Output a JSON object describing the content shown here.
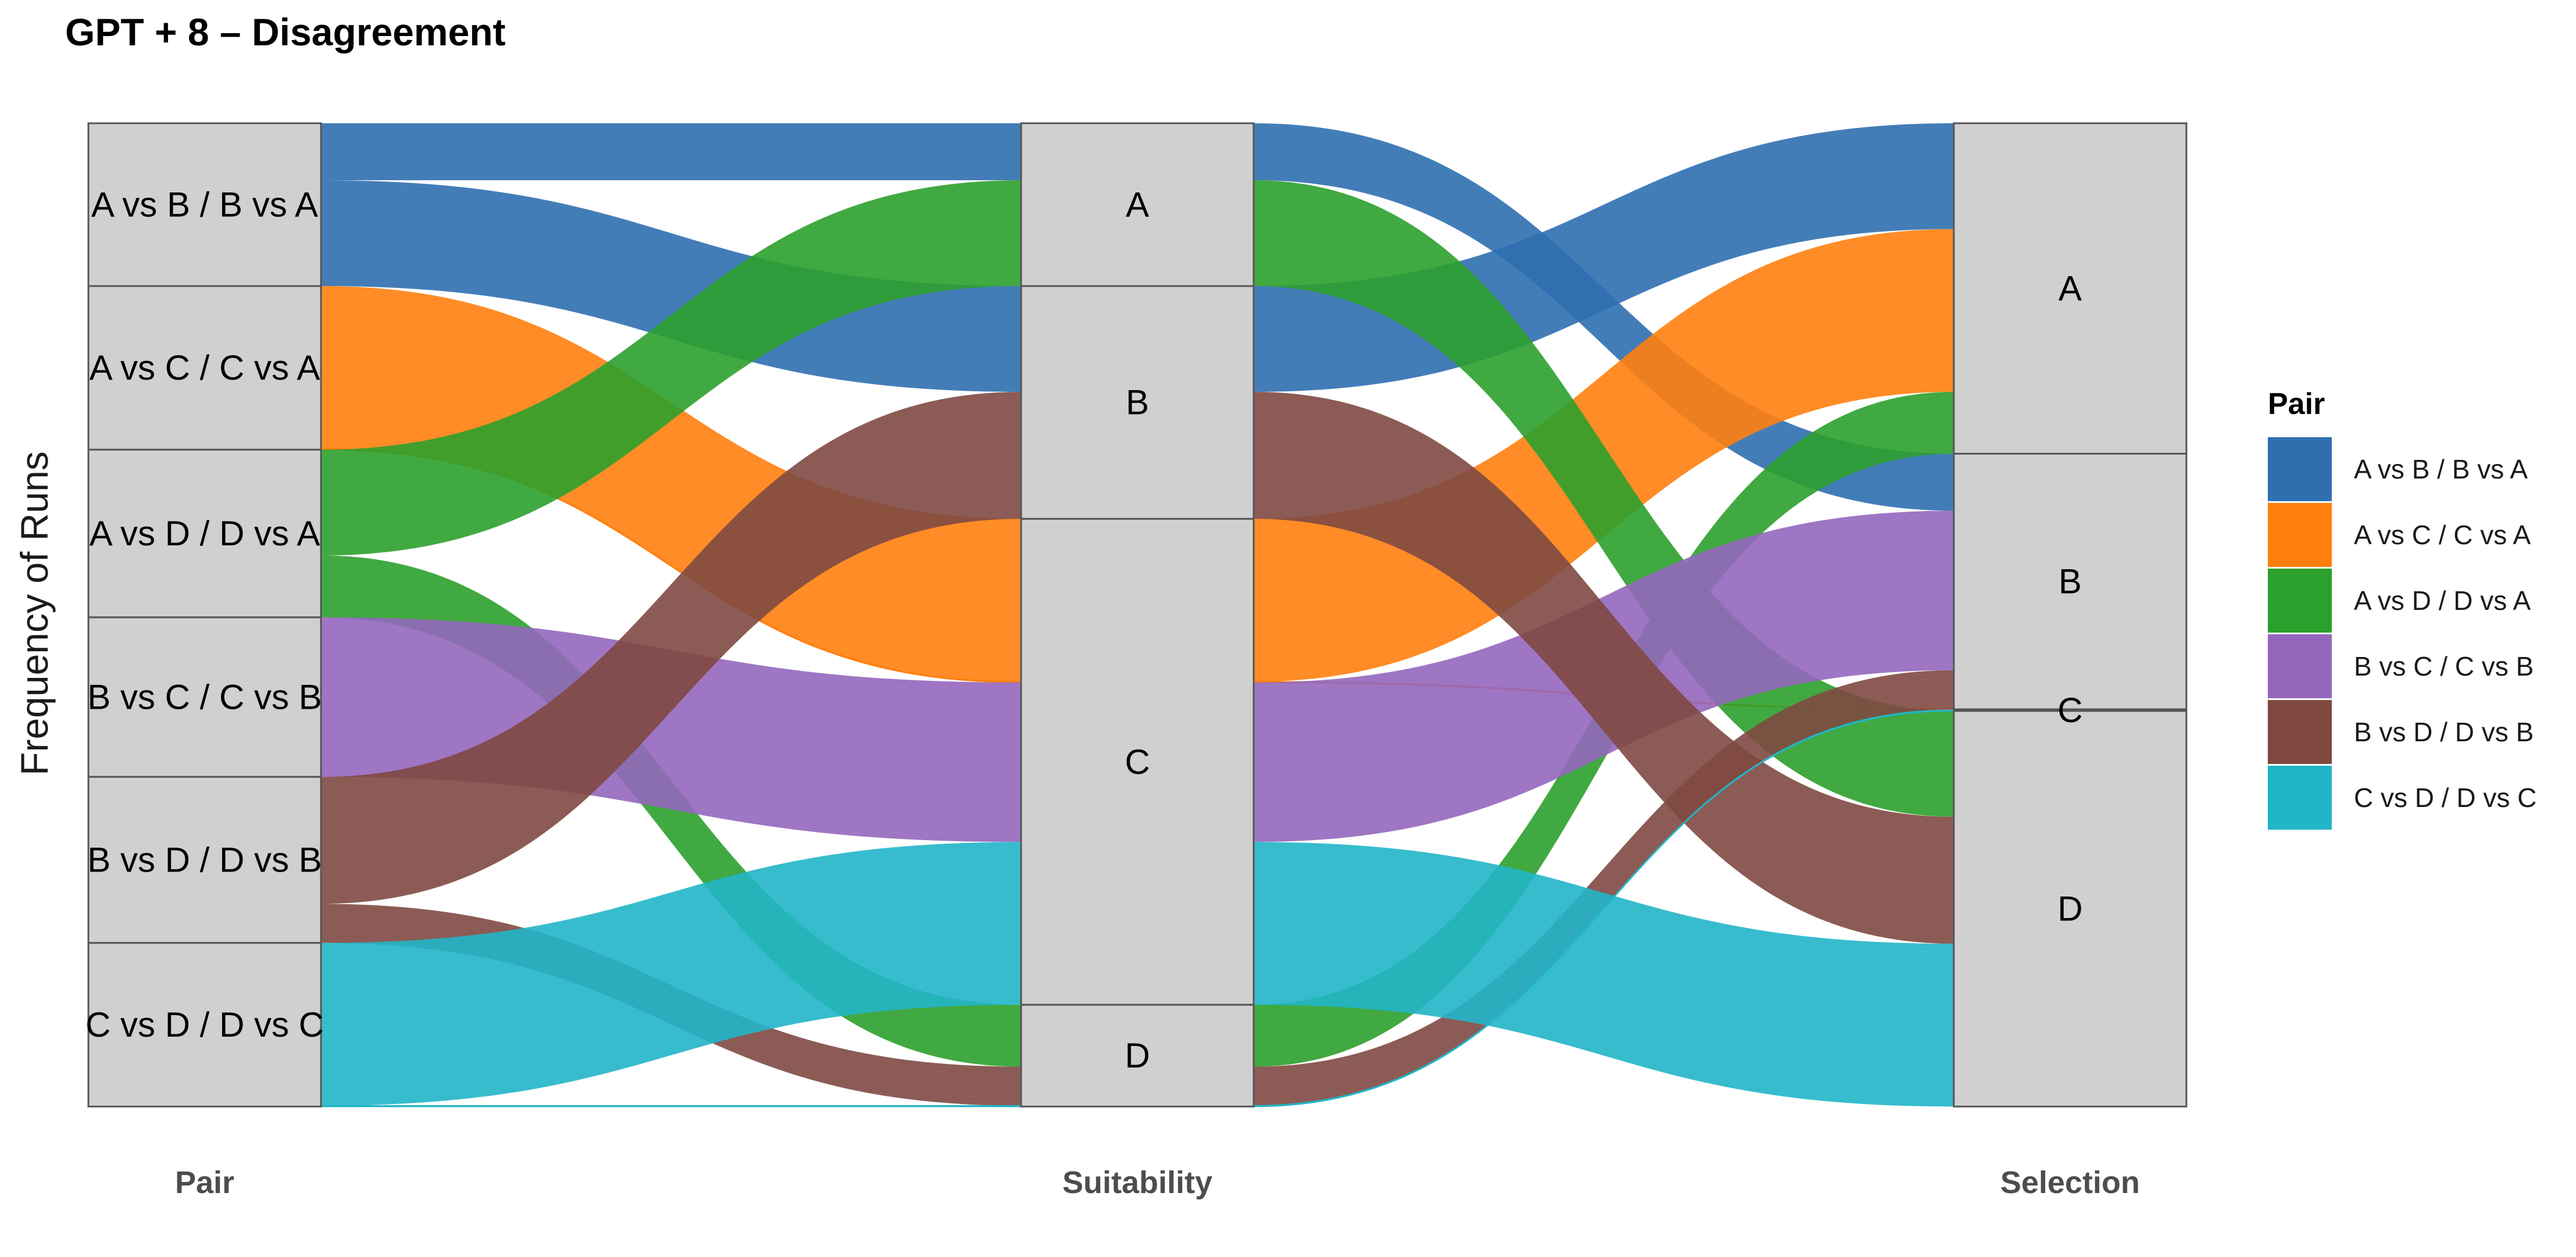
{
  "chart_data": {
    "type": "alluvial",
    "title": "GPT + 8 – Disagreement",
    "ylabel": "Frequency of Runs",
    "axes": [
      "Pair",
      "Suitability",
      "Selection"
    ],
    "legend": {
      "title": "Pair",
      "position": "right",
      "entries": [
        {
          "label": "A vs B / B vs A",
          "color": "#2F6FB0"
        },
        {
          "label": "A vs C / C vs A",
          "color": "#FF7F0E"
        },
        {
          "label": "A vs D / D vs A",
          "color": "#2CA02C"
        },
        {
          "label": "B vs C / C vs B",
          "color": "#9467BD"
        },
        {
          "label": "B vs D / D vs B",
          "color": "#7F4942"
        },
        {
          "label": "C vs D / D vs C",
          "color": "#21B5C8"
        }
      ]
    },
    "strata": {
      "Pair": [
        "A vs B / B vs A",
        "A vs C / C vs A",
        "A vs D / D vs A",
        "B vs C / C vs B",
        "B vs D / D vs B",
        "C vs D / D vs C"
      ],
      "Suitability": [
        "A",
        "B",
        "C",
        "D"
      ],
      "Selection": [
        "A",
        "B",
        "C",
        "D"
      ]
    },
    "total_runs": 60,
    "flows": [
      {
        "pair": "A vs B / B vs A",
        "suitability": "A",
        "selection": "B",
        "count": 3.5
      },
      {
        "pair": "A vs B / B vs A",
        "suitability": "B",
        "selection": "A",
        "count": 6.5
      },
      {
        "pair": "A vs C / C vs A",
        "suitability": "C",
        "selection": "A",
        "count": 10
      },
      {
        "pair": "A vs C / C vs A",
        "suitability": "C",
        "selection": "C",
        "count": 0.05
      },
      {
        "pair": "A vs D / D vs A",
        "suitability": "A",
        "selection": "D",
        "count": 6.5
      },
      {
        "pair": "A vs D / D vs A",
        "suitability": "D",
        "selection": "A",
        "count": 3.8
      },
      {
        "pair": "B vs C / C vs B",
        "suitability": "C",
        "selection": "B",
        "count": 9.8
      },
      {
        "pair": "B vs D / D vs B",
        "suitability": "B",
        "selection": "D",
        "count": 7.8
      },
      {
        "pair": "B vs D / D vs B",
        "suitability": "D",
        "selection": "B",
        "count": 2.4
      },
      {
        "pair": "C vs D / D vs C",
        "suitability": "C",
        "selection": "D",
        "count": 10
      },
      {
        "pair": "C vs D / D vs C",
        "suitability": "D",
        "selection": "C",
        "count": 0.05
      }
    ]
  }
}
